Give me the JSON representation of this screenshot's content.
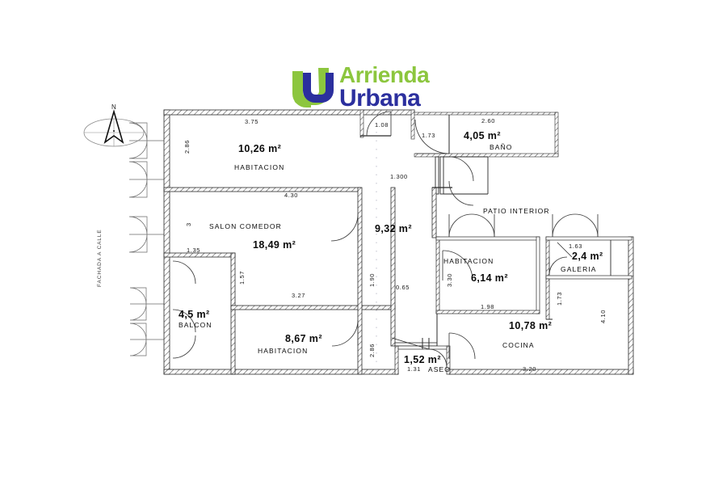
{
  "document": {
    "type": "floor-plan",
    "orientation_marker": "N",
    "street_facade_label": "FACHADA A CALLE"
  },
  "logo": {
    "mark_name": "arrienda-urbana-logomark",
    "line1": "Arrienda",
    "line2": "Urbana",
    "color_green": "#8cc63e",
    "color_blue": "#2b2f9e"
  },
  "rooms": [
    {
      "id": "habitacion-1",
      "area": "10,26 m²",
      "name": "HABITACION"
    },
    {
      "id": "salon-comedor",
      "area": "18,49 m²",
      "name": "SALON COMEDOR"
    },
    {
      "id": "balcon",
      "area": "4,5 m²",
      "name": "BALCON"
    },
    {
      "id": "habitacion-2",
      "area": "8,67 m²",
      "name": "HABITACION"
    },
    {
      "id": "pasillo",
      "area": "9,32 m²",
      "name": ""
    },
    {
      "id": "bano",
      "area": "4,05 m²",
      "name": "BAÑO"
    },
    {
      "id": "aseo",
      "area": "1,52 m²",
      "name": "ASEO"
    },
    {
      "id": "patio-interior",
      "area": "",
      "name": "PATIO INTERIOR"
    },
    {
      "id": "habitacion-3",
      "area": "6,14 m²",
      "name": "HABITACION"
    },
    {
      "id": "galeria",
      "area": "2,4 m²",
      "name": "GALERIA"
    },
    {
      "id": "cocina",
      "area": "10,78 m²",
      "name": "COCINA"
    }
  ],
  "dimensions": {
    "hab1_top": "3.75",
    "hab1_left": "2.86",
    "salon_top": "4.30",
    "salon_left": "3",
    "salon_bottom_left": "1.35",
    "balcon_right": "1.57",
    "hab2_top": "3.27",
    "hab2_right": "2.86",
    "pasillo_right": "1.90",
    "pasillo_width": "0.65",
    "pasillo_top": "1.300",
    "nook_top": "1.08",
    "bano_left": "1.73",
    "bano_top": "2.60",
    "aseo_width": "1.31",
    "hab3_left": "3.30",
    "hab3_bottom": "1.98",
    "galeria_top": "1.63",
    "galeria_left": "1.73",
    "cocina_bottom": "3.20",
    "cocina_right": "4.10"
  }
}
